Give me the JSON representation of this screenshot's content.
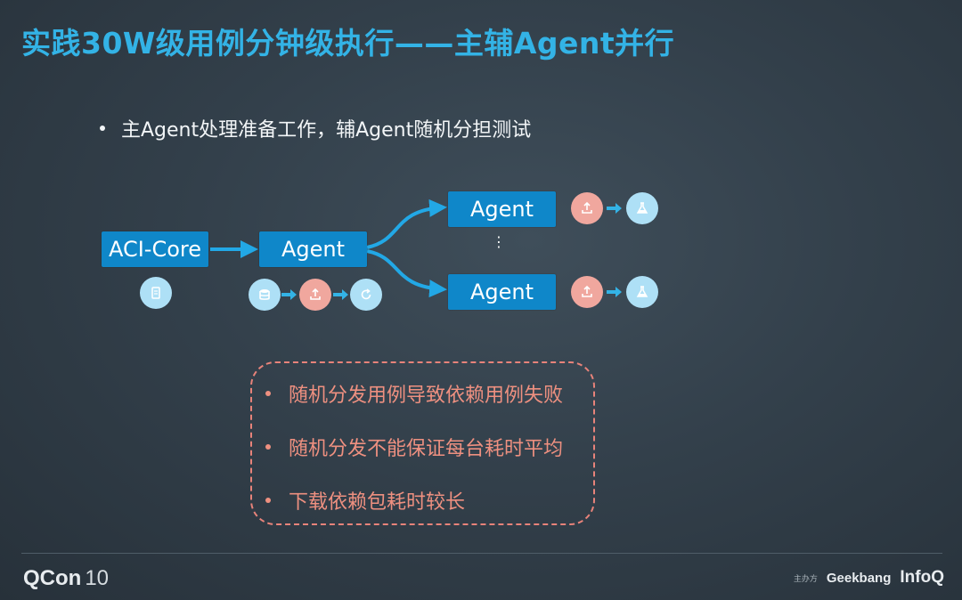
{
  "slide": {
    "title": "实践30W级用例分钟级执行——主辅Agent并行",
    "main_bullet": "主Agent处理准备工作，辅Agent随机分担测试"
  },
  "diagram": {
    "core_label": "ACI-Core",
    "main_agent_label": "Agent",
    "aux_agent_top_label": "Agent",
    "aux_agent_bottom_label": "Agent",
    "ellipsis": "⋮",
    "icons": {
      "core": "document-icon",
      "main_steps": [
        "database-icon",
        "upload-icon",
        "refresh-icon"
      ],
      "aux_steps": [
        "upload-icon",
        "flask-icon"
      ]
    },
    "colors": {
      "box": "#0f87c9",
      "arrow": "#22a8e6",
      "blue_circle": "#aee0f6",
      "pink_circle": "#f0a79e"
    }
  },
  "issues": {
    "items": [
      "随机分发用例导致依赖用例失败",
      "随机分发不能保证每台耗时平均",
      "下载依赖包耗时较长"
    ],
    "border_color": "#e8837a"
  },
  "footer": {
    "brand": "QCon",
    "edition": "10",
    "sponsor_text": "主办方",
    "geekbang": "Geekbang",
    "infoq": "InfoQ"
  }
}
